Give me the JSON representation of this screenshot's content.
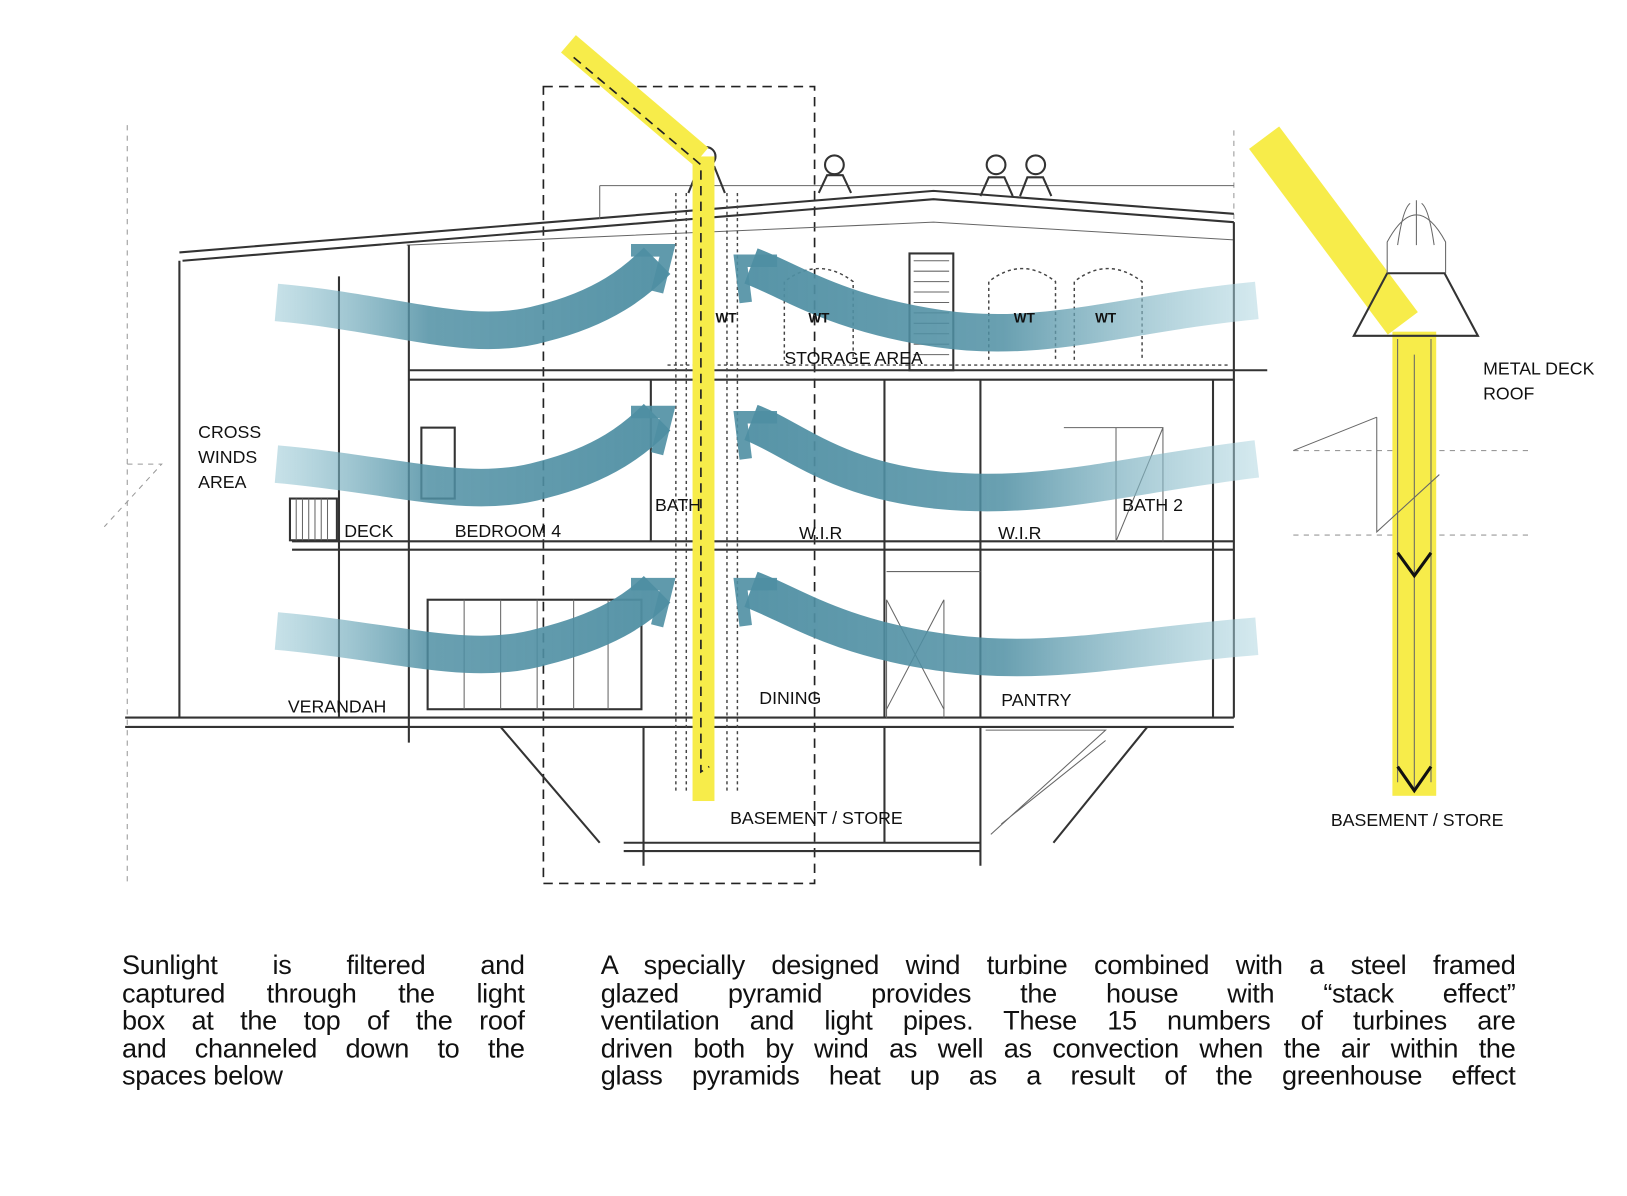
{
  "colors": {
    "sunlight": "#f7ec4a",
    "airflow": "#4f8fa3",
    "line": "#333333"
  },
  "labels": {
    "cross_winds": [
      "CROSS",
      "WINDS",
      "AREA"
    ],
    "deck": "DECK",
    "bedroom4": "BEDROOM 4",
    "bath": "BATH",
    "wir1": "W.I.R",
    "wir2": "W.I.R",
    "bath2": "BATH 2",
    "storage": "STORAGE AREA",
    "wt": [
      "WT",
      "WT",
      "WT",
      "WT"
    ],
    "verandah": "VERANDAH",
    "dining": "DINING",
    "pantry": "PANTRY",
    "basement": "BASEMENT / STORE",
    "metal_deck": [
      "METAL DECK",
      "ROOF"
    ],
    "basement_detail": "BASEMENT / STORE"
  },
  "captions": {
    "left": [
      "Sunlight is filtered and",
      "captured through the light",
      "box at the top of the roof",
      "and channeled down to the",
      "spaces below"
    ],
    "right": [
      "A specially designed wind turbine combined with a steel framed",
      "glazed pyramid provides the house with “stack effect”",
      "ventilation and light pipes. These 15 numbers of turbines are",
      "driven both by wind as well as convection when the air within the",
      "glass pyramids heat up as a result of the greenhouse effect"
    ]
  }
}
